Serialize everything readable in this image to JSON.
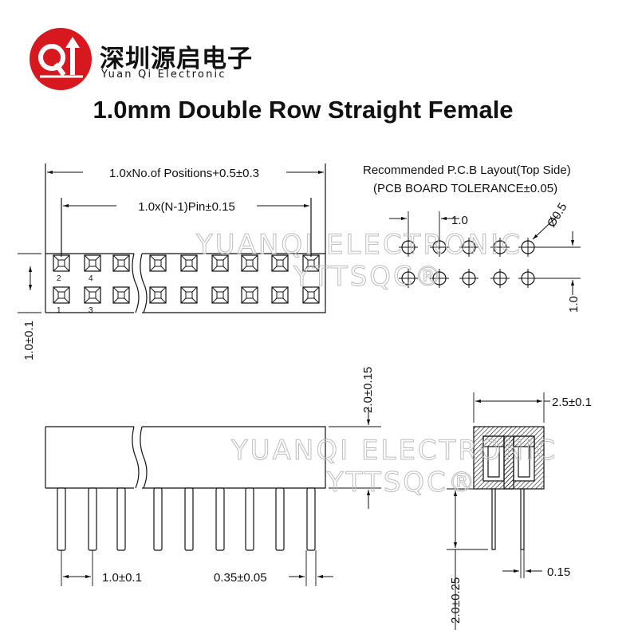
{
  "header": {
    "brand_cn": "深圳源启电子",
    "brand_en": "Yuan Qi Electronic",
    "logo_letters": "QI",
    "logo_color": "#d7191f"
  },
  "title": "1.0mm Double Row Straight Female",
  "top_view": {
    "overall_length": "1.0xNo.of Positions+0.5±0.3",
    "pin_span": "1.0x(N-1)Pin±0.15",
    "row_pitch": "1.0±0.1",
    "pin_numbers": [
      "2",
      "4",
      "1",
      "3"
    ]
  },
  "pcb_layout": {
    "heading": "Recommended P.C.B Layout(Top Side)",
    "tolerance": "(PCB BOARD TOLERANCE±0.05)",
    "pitch_x": "1.0",
    "pitch_y": "1.0",
    "hole_diameter": "Ø0.5"
  },
  "front_view": {
    "body_height": "2.0±0.15",
    "pin_pitch": "1.0±0.1",
    "pin_size": "0.35±0.05"
  },
  "side_view": {
    "width": "2.5±0.1",
    "tail_length": "2.0±0.25",
    "pin_thickness": "0.15"
  },
  "watermark": {
    "line1": "YUANQI ELECTRONIC",
    "line2": "YTTSQC®"
  },
  "colors": {
    "ink": "#111111",
    "brand_red": "#d7191f",
    "watermark": "#bdbdbd"
  }
}
